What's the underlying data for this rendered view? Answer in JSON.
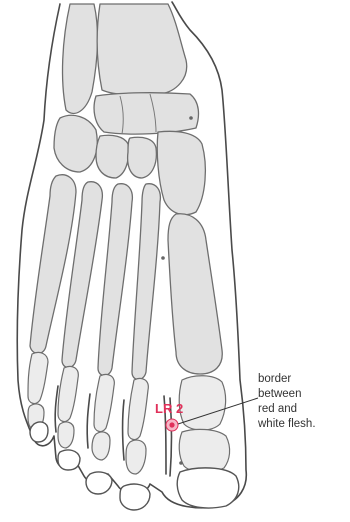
{
  "figure": {
    "acupoint": {
      "code": "LR 2",
      "marker_color": "#e0305a"
    },
    "annotation": {
      "lines": [
        "border",
        "between",
        "red and",
        "white flesh."
      ]
    },
    "colors": {
      "bone_fill": "#e1e1e1",
      "skin_outline": "#4a4a4a",
      "background": "#ffffff"
    }
  }
}
